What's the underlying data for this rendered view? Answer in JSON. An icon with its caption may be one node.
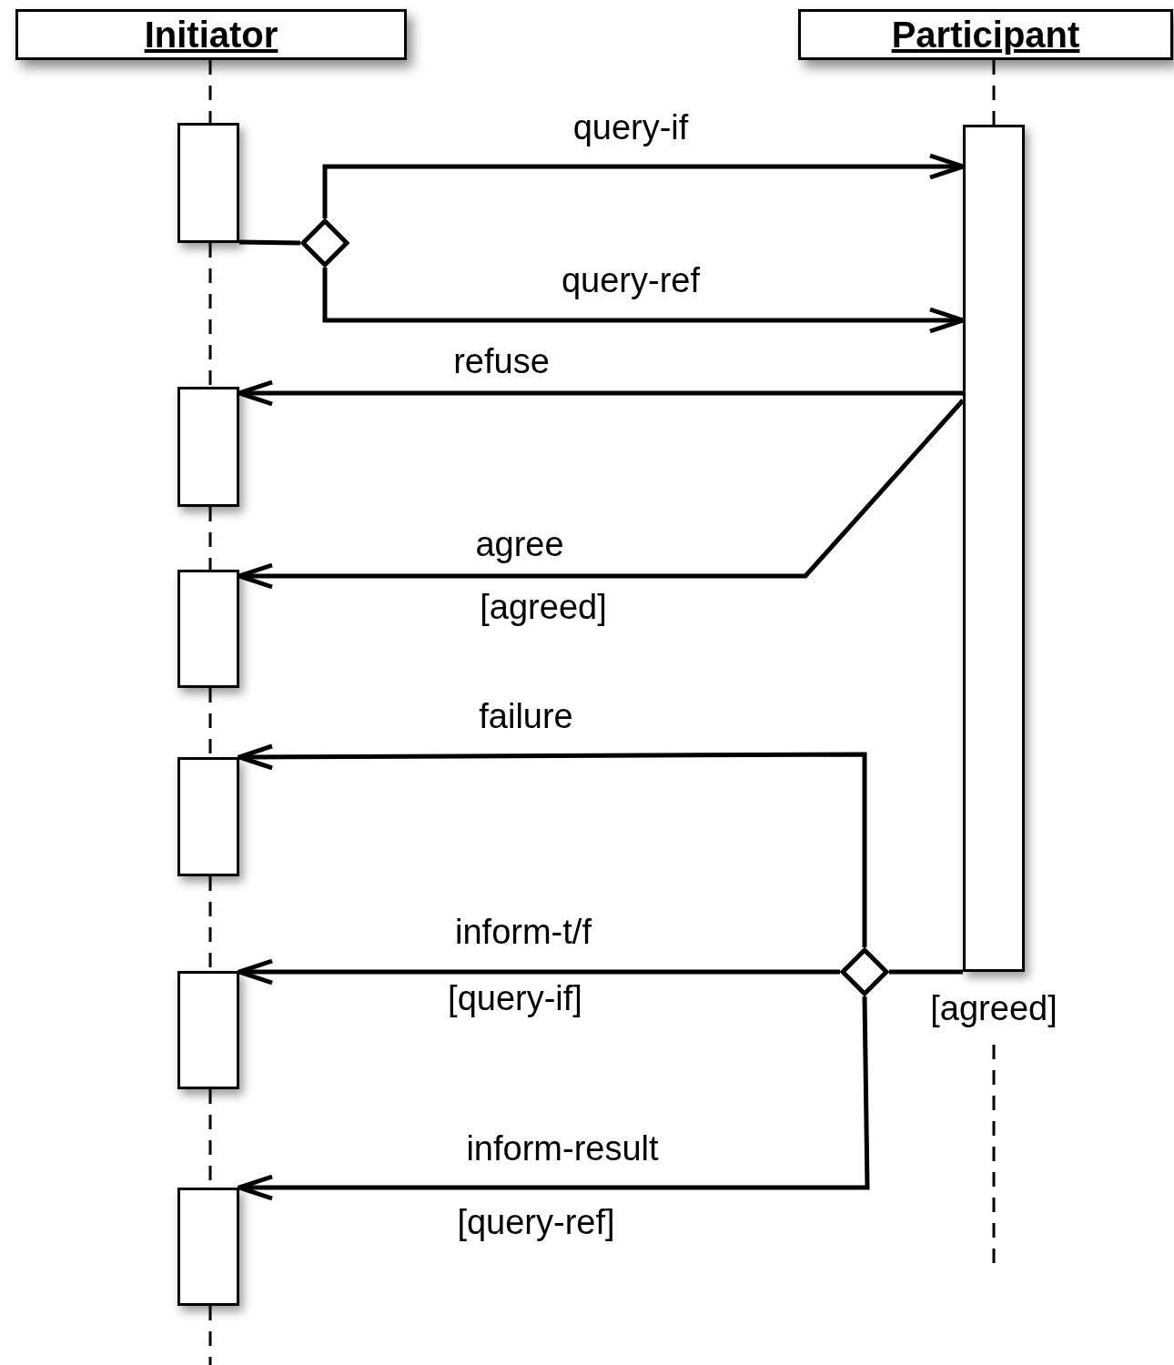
{
  "diagram": {
    "nodes": [
      {
        "text": [
          "Initiator"
        ]
      },
      {
        "text": [
          "Participant"
        ]
      },
      {
        "text": [],
        "shape": "box"
      },
      {
        "text": [],
        "shape": "diamond"
      },
      {
        "text": [],
        "shape": "box"
      },
      {
        "text": [],
        "shape": "box"
      },
      {
        "text": [],
        "shape": "box"
      },
      {
        "text": [],
        "shape": "box"
      },
      {
        "text": [],
        "shape": "diamond"
      },
      {
        "text": [],
        "shape": "box"
      },
      {
        "text": [],
        "shape": "box"
      }
    ],
    "edges": [
      {
        "from": 2,
        "to": 3,
        "arrow": "none"
      },
      {
        "from": 3,
        "to": 4,
        "arrow": "to",
        "label": "query-if"
      },
      {
        "from": 3,
        "to": 4,
        "arrow": "to",
        "label": "query-ref"
      },
      {
        "from": 4,
        "to": 5,
        "arrow": "to",
        "label": "refuse"
      },
      {
        "from": 4,
        "to": 6,
        "arrow": "to",
        "label": "agree"
      },
      {
        "from": 4,
        "to": 8,
        "arrow": "none"
      },
      {
        "from": 8,
        "to": 7,
        "arrow": "to",
        "label": "failure"
      },
      {
        "from": 8,
        "to": 9,
        "arrow": "to",
        "label": "inform-t/f"
      },
      {
        "from": 8,
        "to": 10,
        "arrow": "to",
        "label": "inform-result"
      },
      {
        "from": 0,
        "to": 2,
        "arrow": "none",
        "style": "dashed"
      },
      {
        "from": 2,
        "to": 5,
        "arrow": "none",
        "style": "dashed"
      },
      {
        "from": 5,
        "to": 6,
        "arrow": "none",
        "style": "dashed"
      },
      {
        "from": 6,
        "to": 7,
        "arrow": "none",
        "style": "dashed"
      },
      {
        "from": 7,
        "to": 9,
        "arrow": "none",
        "style": "dashed"
      },
      {
        "from": 9,
        "to": 10,
        "arrow": "none",
        "style": "dashed"
      },
      {
        "from": 10,
        "to": null,
        "arrow": "none",
        "style": "dashed"
      },
      {
        "from": 1,
        "to": 4,
        "arrow": "none",
        "style": "dashed"
      }
    ],
    "labels": [
      "[agreed]",
      "[query-if]",
      "[agreed]",
      "[query-ref]"
    ]
  }
}
